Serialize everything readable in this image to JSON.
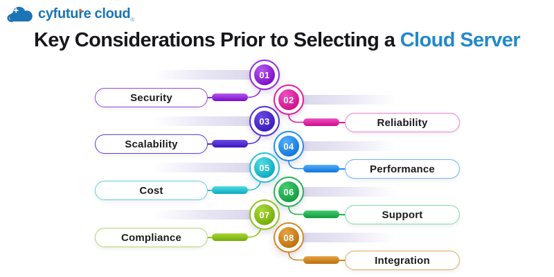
{
  "logo": {
    "brand_primary": "cyfuture",
    "brand_secondary": "cloud",
    "registered_mark": "®",
    "brand_color": "#1b74b4",
    "accent_dot_color": "#e8611c",
    "icon": "cloud-logo-icon"
  },
  "title": {
    "prefix": "Key Considerations Prior to Selecting a",
    "highlight": "Cloud Server",
    "prefix_color": "#17171b",
    "highlight_color": "#2189ca"
  },
  "items": [
    {
      "number": "01",
      "label": "Security",
      "side": "left",
      "color": "#9327e0",
      "color_light": "#b558ee",
      "color_dark": "#7a0ac8",
      "pill_border": "#9746dd"
    },
    {
      "number": "02",
      "label": "Reliability",
      "side": "right",
      "color": "#e5189f",
      "color_light": "#f04fc0",
      "color_dark": "#cc0d8c",
      "pill_border": "#f27fca"
    },
    {
      "number": "03",
      "label": "Scalability",
      "side": "left",
      "color": "#4d2bd6",
      "color_light": "#6a4ae4",
      "color_dark": "#3a18bc",
      "pill_border": "#5d41d8"
    },
    {
      "number": "04",
      "label": "Performance",
      "side": "right",
      "color": "#1f8ef2",
      "color_light": "#55aef8",
      "color_dark": "#0c74dc",
      "pill_border": "#6fb4f2"
    },
    {
      "number": "05",
      "label": "Cost",
      "side": "left",
      "color": "#1fc3d2",
      "color_light": "#4fdbe4",
      "color_dark": "#0aa9bd",
      "pill_border": "#5fd2da"
    },
    {
      "number": "06",
      "label": "Support",
      "side": "right",
      "color": "#22b350",
      "color_light": "#44cc70",
      "color_dark": "#0f9c3c",
      "pill_border": "#7edda2"
    },
    {
      "number": "07",
      "label": "Compliance",
      "side": "left",
      "color": "#8ec414",
      "color_light": "#a8d838",
      "color_dark": "#74ab06",
      "pill_border": "#b4d962"
    },
    {
      "number": "08",
      "label": "Integration",
      "side": "right",
      "color": "#d5871d",
      "color_light": "#e5a344",
      "color_dark": "#bb6f08",
      "pill_border": "#dfa95e"
    }
  ]
}
